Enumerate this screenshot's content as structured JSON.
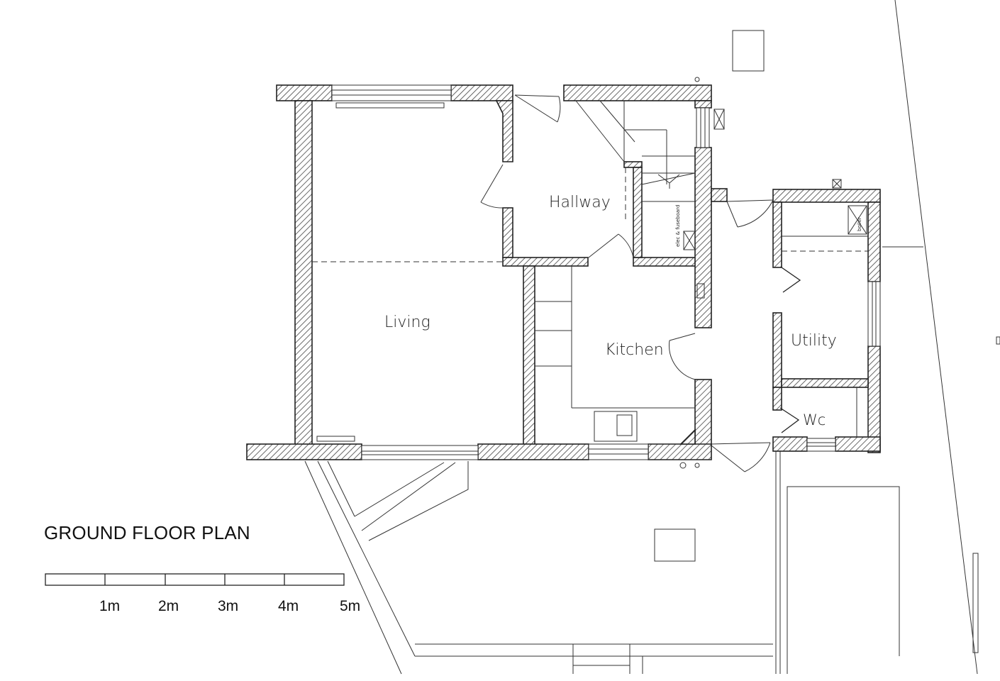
{
  "title": "GROUND FLOOR PLAN",
  "rooms": {
    "living": "Living",
    "hallway": "Hallway",
    "kitchen": "Kitchen",
    "utility": "Utility",
    "wc": "Wc"
  },
  "annotations": {
    "elec": "elec & fuseboard",
    "boiler": "boiler"
  },
  "scale_labels": [
    "1m",
    "2m",
    "3m",
    "4m",
    "5m"
  ]
}
